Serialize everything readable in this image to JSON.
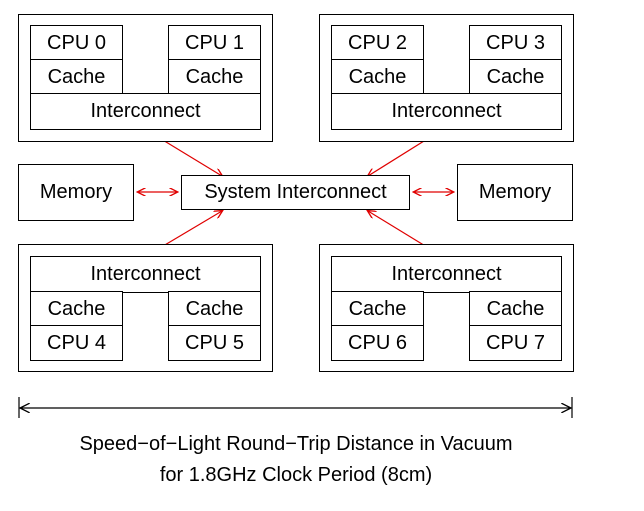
{
  "clusters": [
    {
      "cpus": [
        "CPU 0",
        "CPU 1"
      ],
      "cache": "Cache",
      "interconnect": "Interconnect"
    },
    {
      "cpus": [
        "CPU 2",
        "CPU 3"
      ],
      "cache": "Cache",
      "interconnect": "Interconnect"
    },
    {
      "cpus": [
        "CPU 4",
        "CPU 5"
      ],
      "cache": "Cache",
      "interconnect": "Interconnect"
    },
    {
      "cpus": [
        "CPU 6",
        "CPU 7"
      ],
      "cache": "Cache",
      "interconnect": "Interconnect"
    }
  ],
  "memory": [
    "Memory",
    "Memory"
  ],
  "system_interconnect": "System Interconnect",
  "caption": {
    "line1": "Speed−of−Light Round−Trip Distance in Vacuum",
    "line2": "for 1.8GHz Clock Period (8cm)"
  },
  "colors": {
    "link_arrow": "#e00000",
    "line": "#000000"
  }
}
